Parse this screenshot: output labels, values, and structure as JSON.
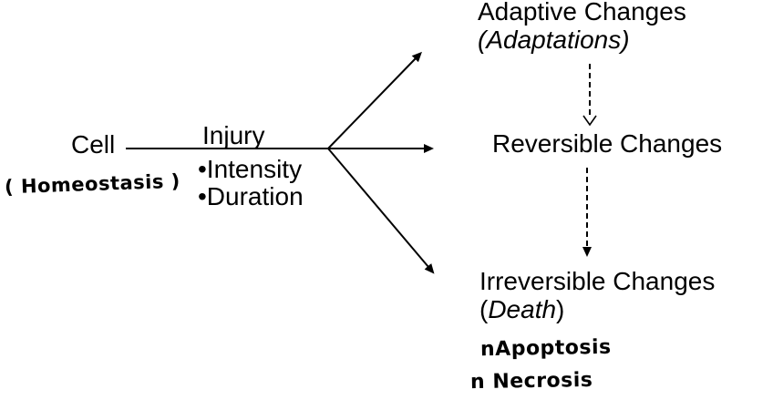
{
  "page": {
    "background": "#ffffff",
    "ink": "#000000"
  },
  "diagram": {
    "cell": {
      "label": "Cell",
      "annotation": "( Homeostasis )"
    },
    "injury": {
      "label": "Injury",
      "bullets": [
        "•Intensity",
        "•Duration"
      ]
    },
    "outcomes": {
      "adaptive": {
        "title": "Adaptive Changes",
        "subtitle": "(Adaptations)"
      },
      "reversible": {
        "title": "Reversible Changes"
      },
      "irreversible": {
        "title": "Irreversible Changes",
        "paren_open": "(",
        "subtitle_word": "Death",
        "paren_close": ")",
        "notes": [
          {
            "marker": "n",
            "text": "Apoptosis"
          },
          {
            "marker": "n ",
            "text": "Necrosis"
          }
        ]
      }
    },
    "connectors": {
      "trunk": "solid-line",
      "branches": "solid-arrow",
      "progression_1": "dashed-arrow-open-head",
      "progression_2": "dashed-arrow-filled-head"
    }
  }
}
